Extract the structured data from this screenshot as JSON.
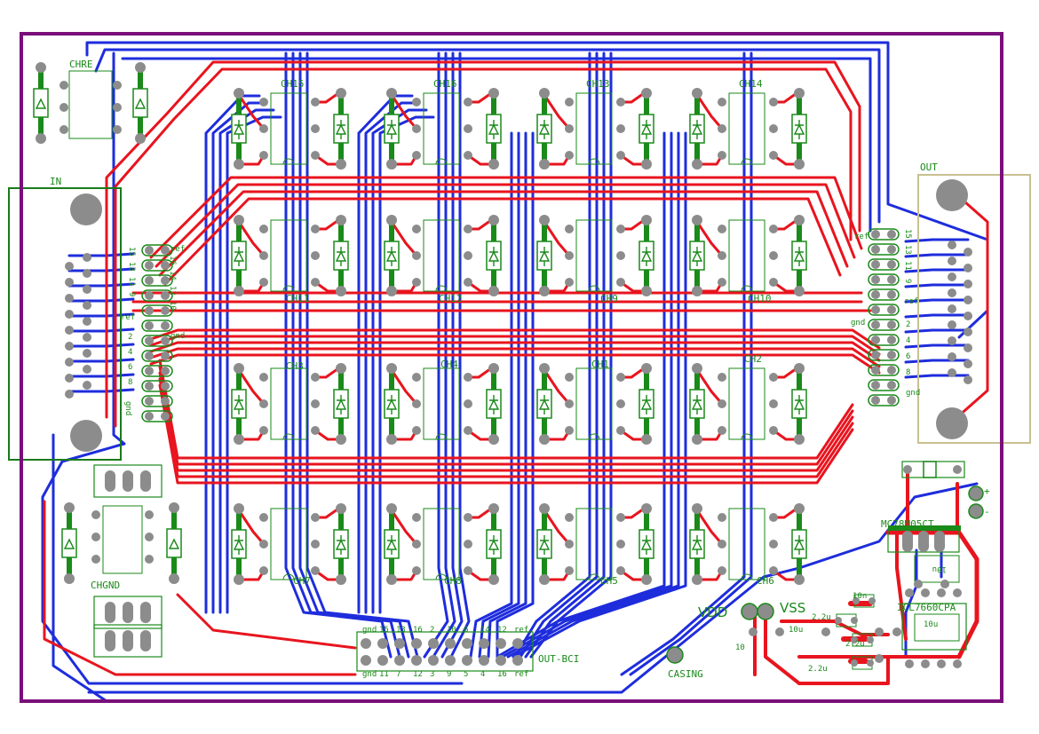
{
  "components": {
    "channels": [
      {
        "ref": "CH15"
      },
      {
        "ref": "CH16"
      },
      {
        "ref": "CH13"
      },
      {
        "ref": "CH14"
      },
      {
        "ref": "CH11"
      },
      {
        "ref": "CH12"
      },
      {
        "ref": "CH9"
      },
      {
        "ref": "CH10"
      },
      {
        "ref": "CH3"
      },
      {
        "ref": "CH4"
      },
      {
        "ref": "CH1"
      },
      {
        "ref": "CH2"
      },
      {
        "ref": "CH7"
      },
      {
        "ref": "CH8"
      },
      {
        "ref": "CH5"
      },
      {
        "ref": "CH6"
      }
    ],
    "chre": "CHRE",
    "chgnd": "CHGND",
    "regulator": "MC78M05CT",
    "ic": "ICL7660CPA",
    "cap_10n": "10n",
    "cap_10u_a": "10u",
    "cap_10u_b": "10u",
    "cap_10u_c": "10u",
    "cap_2u2_a": "2.2u",
    "cap_2u2_b": "2.2u",
    "cap_2u2_c": "2.2u",
    "cap_10": "10"
  },
  "connectors": {
    "in": {
      "label": "IN",
      "pins": [
        "15",
        "13",
        "11",
        "9",
        "ref",
        "2",
        "4",
        "6",
        "8",
        "gnd",
        "16",
        "14",
        "12",
        "10",
        "ref",
        "gnd"
      ]
    },
    "out": {
      "label": "OUT",
      "pins": [
        "ref",
        "15",
        "13",
        "11",
        "9",
        "ref",
        "gnd",
        "2",
        "4",
        "6",
        "8",
        "gnd"
      ]
    },
    "out_bci": {
      "label": "OUT-BCI",
      "pins_top": [
        "gnd",
        "15",
        "13",
        "16",
        "2",
        "10",
        "6",
        "14",
        "12",
        "ref"
      ],
      "pins_bottom": [
        "gnd",
        "11",
        "7",
        "12",
        "3",
        "9",
        "5",
        "4",
        "16",
        "ref"
      ]
    },
    "power": {
      "vdd": "VDD",
      "vss": "VSS",
      "plus": "+",
      "minus": "-"
    },
    "casing": "CASING"
  },
  "colors": {
    "top_copper": "#e8141e",
    "bottom_copper": "#1e2ddc",
    "silkscreen": "#1a8a1a",
    "pad": "#8c8c8c",
    "board_outline": "#7a0f7a",
    "connector_outline": "#c8c090"
  }
}
